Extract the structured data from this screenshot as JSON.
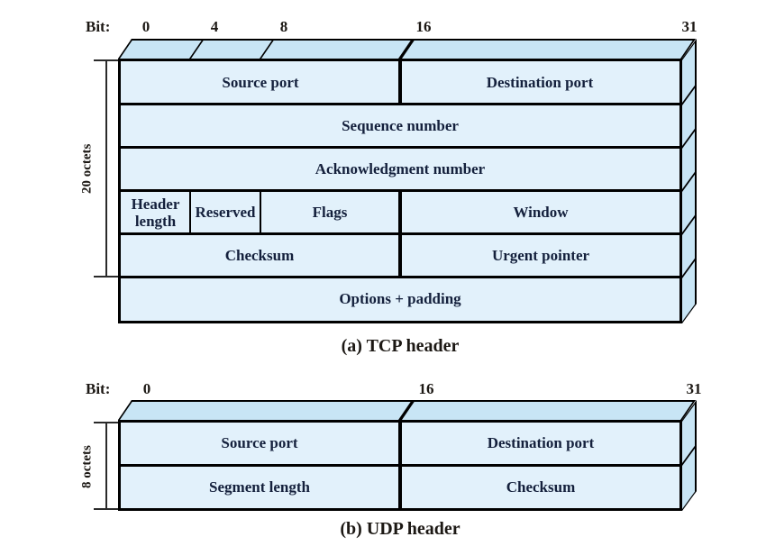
{
  "colors": {
    "front_face": "#e2f1fb",
    "side_face": "#c8e5f5",
    "border": "#000000",
    "cell_text": "#14203c",
    "label_text": "#1c1814",
    "background": "#ffffff"
  },
  "tcp": {
    "bit_prefix": "Bit:",
    "ticks": {
      "t0": "0",
      "t4": "4",
      "t8": "8",
      "t16": "16",
      "t31": "31"
    },
    "octets": "20 octets",
    "caption": "(a) TCP header",
    "cells": {
      "source_port": "Source port",
      "destination_port": "Destination port",
      "sequence_number": "Sequence number",
      "ack_number": "Acknowledgment number",
      "header_length": "Header length",
      "reserved": "Reserved",
      "flags": "Flags",
      "window": "Window",
      "checksum": "Checksum",
      "urgent_pointer": "Urgent pointer",
      "options": "Options + padding"
    }
  },
  "udp": {
    "bit_prefix": "Bit:",
    "ticks": {
      "t0": "0",
      "t16": "16",
      "t31": "31"
    },
    "octets": "8 octets",
    "caption": "(b) UDP header",
    "cells": {
      "source_port": "Source port",
      "destination_port": "Destination port",
      "segment_length": "Segment length",
      "checksum": "Checksum"
    }
  }
}
